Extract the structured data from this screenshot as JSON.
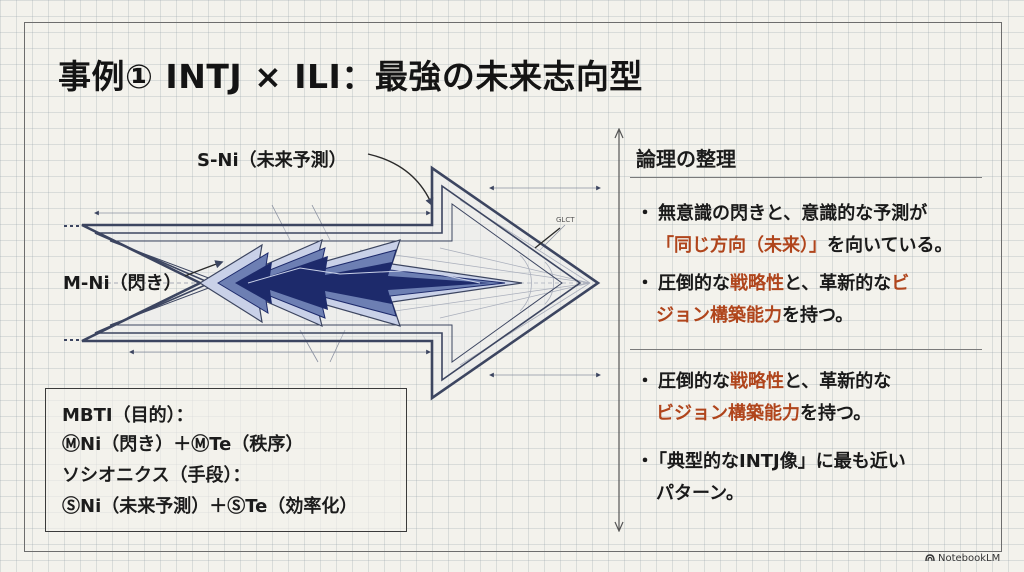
{
  "title": "事例① INTJ × ILI：最強の未来志向型",
  "diagram": {
    "label_sni": "S-Ni（未来予測）",
    "label_mni": "M-Ni（閃き）",
    "label_small": "GLCT",
    "colors": {
      "arrow_stroke": "#3c4560",
      "bolt_dark": "#1d2a6b",
      "bolt_mid": "#6d7fb3",
      "bolt_light": "#c9d1e8"
    }
  },
  "panel": {
    "heading": "論理の整理",
    "bullet_marker": "・",
    "bullets": [
      {
        "lines": [
          [
            {
              "t": "無意識の閃きと、意識的な予測が",
              "h": false
            }
          ],
          [
            {
              "t": "「同じ方向（未来）」",
              "h": true
            },
            {
              "t": "を向いている。",
              "h": false
            }
          ]
        ]
      },
      {
        "lines": [
          [
            {
              "t": "圧倒的な",
              "h": false
            },
            {
              "t": "戦略性",
              "h": true
            },
            {
              "t": "と、革新的な",
              "h": false
            },
            {
              "t": "ビ",
              "h": true
            }
          ],
          [
            {
              "t": "ジョン構築能力",
              "h": true
            },
            {
              "t": "を持つ。",
              "h": false
            }
          ]
        ]
      },
      {
        "lines": [
          [
            {
              "t": "圧倒的な",
              "h": false
            },
            {
              "t": "戦略性",
              "h": true
            },
            {
              "t": "と、革新的な",
              "h": false
            }
          ],
          [
            {
              "t": "ビジョン構築能力",
              "h": true
            },
            {
              "t": "を持つ。",
              "h": false
            }
          ]
        ]
      },
      {
        "lines": [
          [
            {
              "t": "「典型的なINTJ像」に最も近い",
              "h": false
            }
          ],
          [
            {
              "t": "パターン。",
              "h": false
            }
          ]
        ]
      }
    ]
  },
  "infobox": {
    "line1": "MBTI（目的）：",
    "line2": "ⓂNi（閃き）＋ⓂTe（秩序）",
    "line3": "ソシオニクス（手段）：",
    "line4": "ⓈNi（未来予測）＋ⓈTe（効率化）"
  },
  "brand": "NotebookLM",
  "accent_color": "#b0451c"
}
